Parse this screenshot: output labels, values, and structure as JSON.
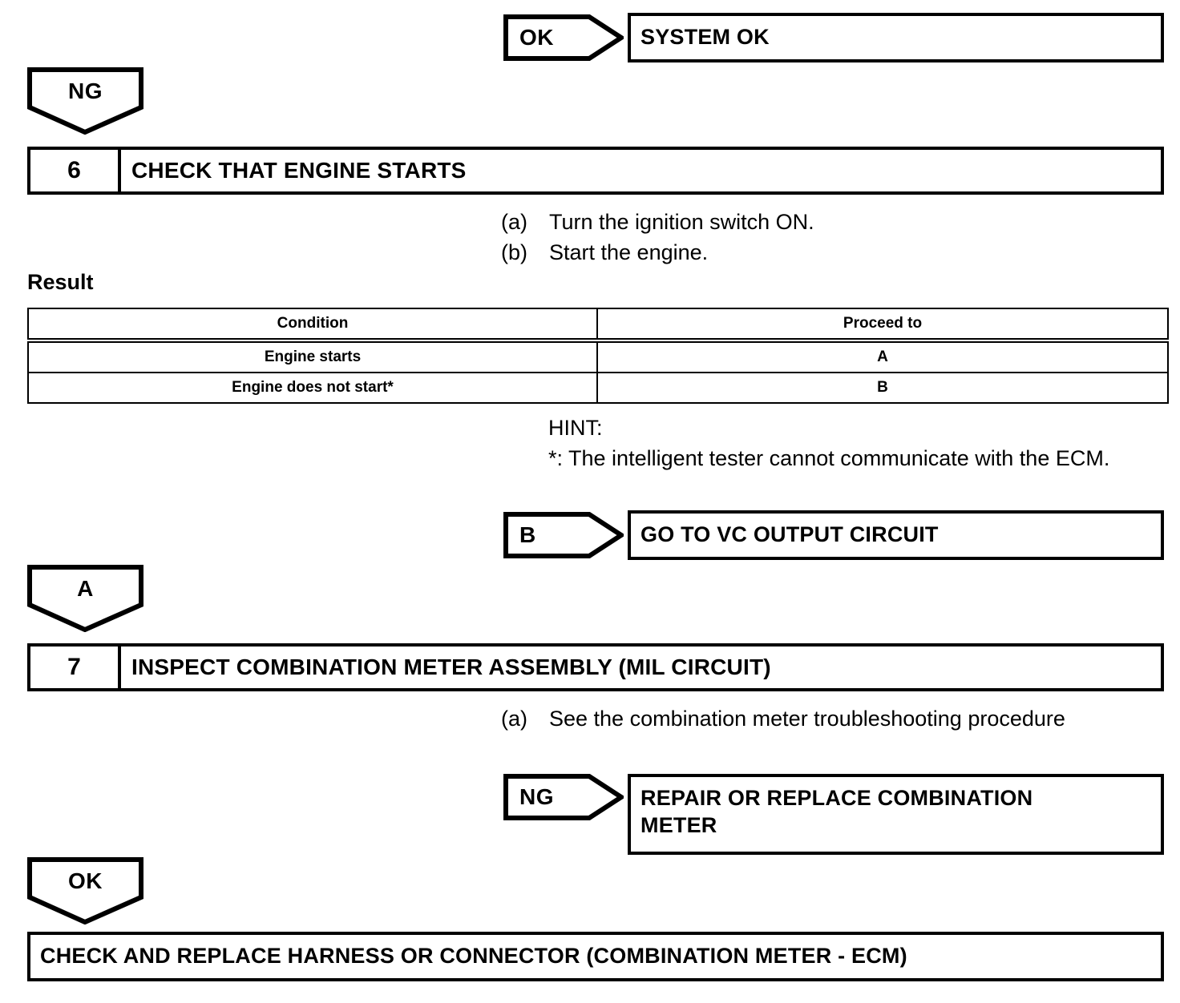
{
  "document": {
    "type": "automotive-troubleshooting-flowchart",
    "background_color": "#ffffff",
    "line_color": "#000000"
  },
  "nodes": {
    "judge_ok_top": {
      "label": "OK"
    },
    "result_system_ok": {
      "text": "SYSTEM OK"
    },
    "marker_ng_top": {
      "label": "NG"
    },
    "step6": {
      "number": "6",
      "title": "CHECK THAT ENGINE STARTS",
      "procedures": [
        {
          "marker": "(a)",
          "text": "Turn the ignition switch ON."
        },
        {
          "marker": "(b)",
          "text": "Start the engine."
        }
      ],
      "result_caption": "Result",
      "table": {
        "headers": [
          "Condition",
          "Proceed to"
        ],
        "rows": [
          [
            "Engine starts",
            "A"
          ],
          [
            "Engine does not start*",
            "B"
          ]
        ]
      },
      "hint": {
        "title": "HINT:",
        "body": "*: The intelligent tester cannot communicate with the ECM."
      }
    },
    "judge_b": {
      "label": "B"
    },
    "result_vc_output": {
      "text": "GO TO VC OUTPUT CIRCUIT"
    },
    "marker_a": {
      "label": "A"
    },
    "step7": {
      "number": "7",
      "title": "INSPECT COMBINATION METER ASSEMBLY (MIL CIRCUIT)",
      "procedures": [
        {
          "marker": "(a)",
          "text": "See the combination meter troubleshooting procedure"
        }
      ]
    },
    "judge_ng_meter": {
      "label": "NG"
    },
    "result_repair_meter": {
      "text": "REPAIR OR REPLACE COMBINATION\nMETER"
    },
    "marker_ok_bottom": {
      "label": "OK"
    },
    "result_check_harness": {
      "text": "CHECK AND REPLACE HARNESS OR CONNECTOR (COMBINATION METER - ECM)"
    }
  }
}
